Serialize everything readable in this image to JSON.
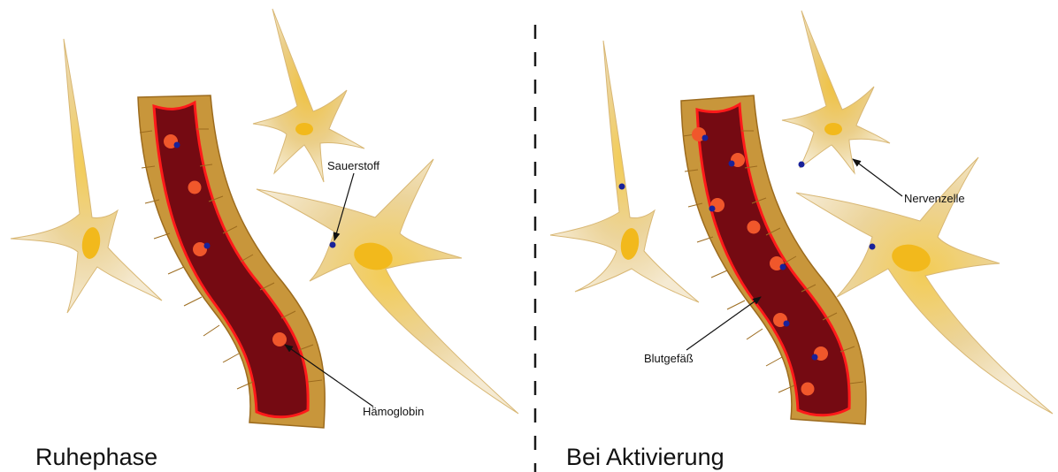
{
  "panels": {
    "left": {
      "title": "Ruhephase"
    },
    "right": {
      "title": "Bei Aktivierung"
    }
  },
  "labels": {
    "oxygen": "Sauerstoff",
    "hemoglobin": "Hämoglobin",
    "neuron": "Nervenzelle",
    "vessel": "Blutgefäß"
  },
  "colors": {
    "vessel_wall": "#c8963b",
    "vessel_lumen": "#750a12",
    "vessel_border": "#ff1a1a",
    "hemoglobin": "#f0572b",
    "oxygen": "#18219a",
    "neuron_body": "#e9c46a",
    "nucleus": "#f2b91c",
    "divider": "#1a1a1a"
  }
}
